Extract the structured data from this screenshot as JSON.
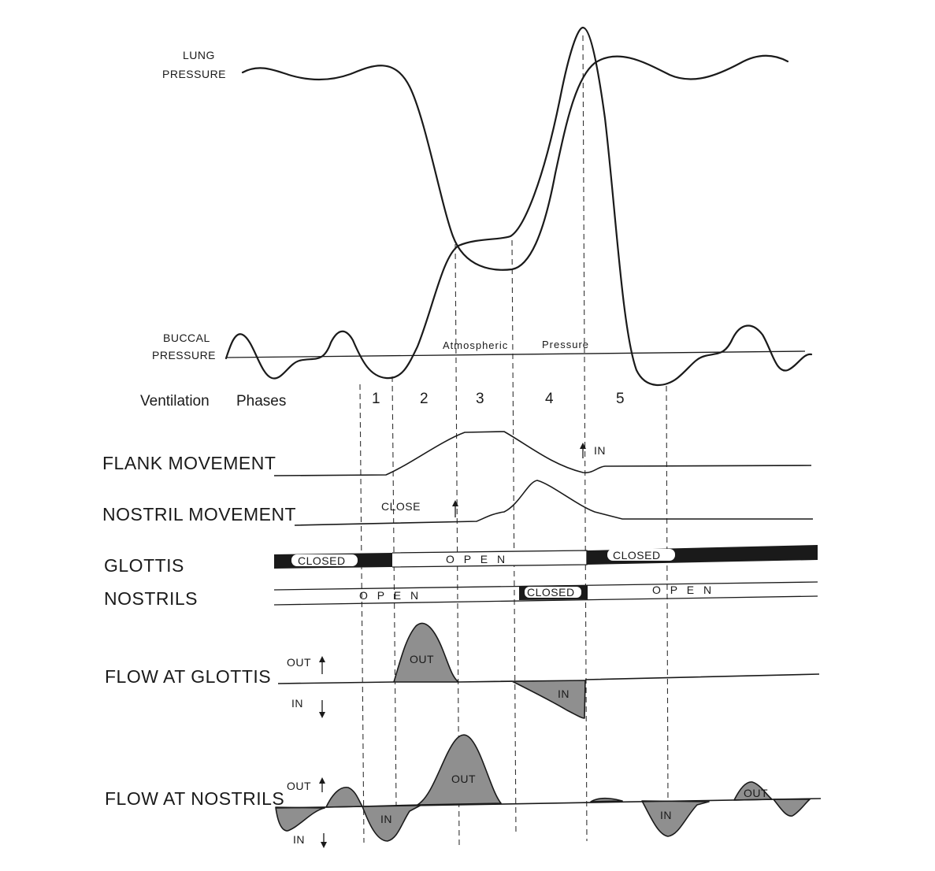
{
  "curves": {
    "lung_pressure": "LUNG",
    "lung_pressure_2": "PRESSURE",
    "buccal_pressure": "BUCCAL",
    "buccal_pressure_2": "PRESSURE",
    "atmospheric": "Atmospheric",
    "atmospheric_2": "Pressure"
  },
  "phases": {
    "title": "Ventilation",
    "title_2": "Phases",
    "labels": [
      "1",
      "2",
      "3",
      "4",
      "5"
    ]
  },
  "rows": {
    "flank_movement": "FLANK  MOVEMENT",
    "flank_in": "IN",
    "nostril_movement": "NOSTRIL  MOVEMENT",
    "nostril_close": "CLOSE",
    "glottis": "GLOTTIS",
    "glottis_closed_1": "CLOSED",
    "glottis_open": "O P E N",
    "glottis_closed_2": "CLOSED",
    "nostrils": "NOSTRILS",
    "nostrils_open_1": "O P E N",
    "nostrils_closed": "CLOSED",
    "nostrils_open_2": "O P E N",
    "flow_glottis": "FLOW AT GLOTTIS",
    "flow_glottis_out": "OUT",
    "flow_glottis_in": "IN",
    "flow_glottis_out_area": "OUT",
    "flow_glottis_in_area": "IN",
    "flow_nostrils": "FLOW AT NOSTRILS",
    "flow_nostrils_out": "OUT",
    "flow_nostrils_in": "IN",
    "flow_nostrils_in_area_1": "IN",
    "flow_nostrils_out_area_1": "OUT",
    "flow_nostrils_in_area_2": "IN",
    "flow_nostrils_out_area_2": "OUT"
  },
  "colors": {
    "ink": "#1a1a1a",
    "shade": "#8f8f8f"
  }
}
